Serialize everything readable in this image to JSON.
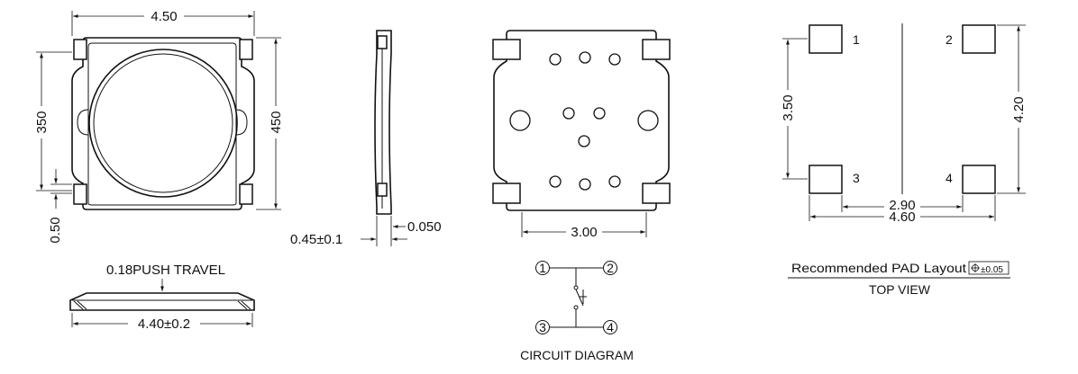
{
  "top_view": {
    "width_dim": "4.50",
    "height_dim_left": "350",
    "height_dim_right": "450",
    "lead_dim": "0.50"
  },
  "side_view": {
    "thickness_dim": "0.45±0.1",
    "lead_thickness_dim": "0.050"
  },
  "front_view": {
    "travel_label": "0.18PUSH TRAVEL",
    "width_dim": "4.40±0.2"
  },
  "bottom_view": {
    "width_dim": "3.00"
  },
  "circuit": {
    "pins": [
      "1",
      "2",
      "3",
      "4"
    ],
    "title": "CIRCUIT DIAGRAM"
  },
  "pad_layout": {
    "pins": [
      "1",
      "2",
      "3",
      "4"
    ],
    "left_dim": "3.50",
    "right_dim": "4.20",
    "inner_dim": "2.90",
    "outer_dim": "4.60",
    "title": "Recommended PAD Layout",
    "tolerance": "±0.05",
    "subtitle": "TOP VIEW"
  }
}
